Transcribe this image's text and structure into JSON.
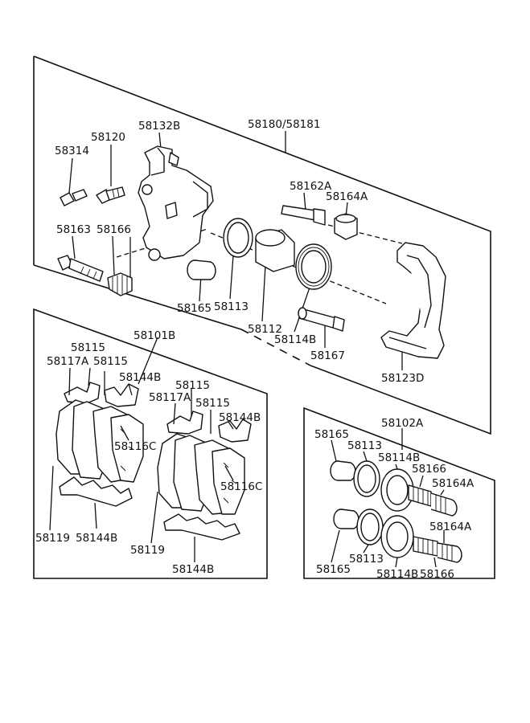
{
  "labels": {
    "assy": "58180/58181",
    "caliper_body": "58132B",
    "bleeder": "58120",
    "bleeder_cap": "58314",
    "guide_bolt": "58163",
    "boot_small": "58166",
    "guide_bushing": "58165",
    "piston_seal": "58113",
    "piston": "58112",
    "piston_boot": "58114B",
    "guide_pin_a": "58162A",
    "boot_a": "58164A",
    "guide_pin": "58167",
    "carrier": "58123D",
    "pad_kit": "58101B",
    "pad_left_1": "58115",
    "pad_left_2": "58117A",
    "pad_left_3": "58115",
    "pad_left_spring": "58144B",
    "pad_left_shim": "58116C",
    "pad_left_wear": "58119",
    "pad_left_clip": "58144B",
    "pad_right_1": "58115",
    "pad_right_2": "58117A",
    "pad_right_3": "58115",
    "pad_right_spring": "58144B",
    "pad_right_shim": "58116C",
    "pad_right_wear": "58119",
    "pad_right_clip": "58144B",
    "seal_kit": "58102A",
    "kit_bush_1": "58165",
    "kit_seal_1": "58113",
    "kit_boot_1": "58114B",
    "kit_small_boot_1": "58166",
    "kit_boot_a_1": "58164A",
    "kit_boot_a_2": "58164A",
    "kit_bush_2": "58165",
    "kit_seal_2": "58113",
    "kit_boot_2": "58114B",
    "kit_small_boot_2": "58166"
  }
}
